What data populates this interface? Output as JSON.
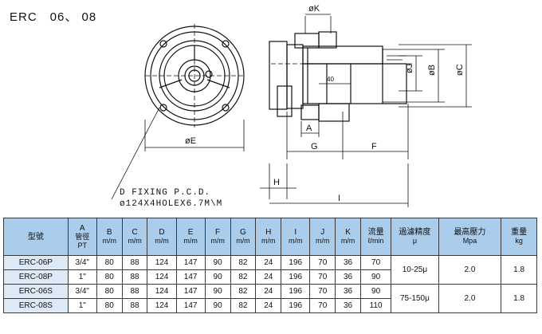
{
  "title": "ERC 06、 08",
  "drawing": {
    "dim_K": "øK",
    "dim_J": "øJ",
    "dim_B": "øB",
    "dim_C": "øC",
    "dim_E": "øE",
    "dim_A": "A",
    "dim_G": "G",
    "dim_F": "F",
    "dim_H": "H",
    "dim_I": "I",
    "dim_40": "40",
    "note_line1": "D FIXING P.C.D.",
    "note_line2": "ø124X4HOLEX6.7M\\M"
  },
  "table": {
    "headers": [
      {
        "main": "型號",
        "sub": ""
      },
      {
        "main": "A",
        "sub": "管徑",
        "sub2": "PT"
      },
      {
        "main": "B",
        "sub": "m/m"
      },
      {
        "main": "C",
        "sub": "m/m"
      },
      {
        "main": "D",
        "sub": "m/m"
      },
      {
        "main": "E",
        "sub": "m/m"
      },
      {
        "main": "F",
        "sub": "m/m"
      },
      {
        "main": "G",
        "sub": "m/m"
      },
      {
        "main": "H",
        "sub": "m/m"
      },
      {
        "main": "I",
        "sub": "m/m"
      },
      {
        "main": "J",
        "sub": "m/m"
      },
      {
        "main": "K",
        "sub": "m/m"
      },
      {
        "main": "流量",
        "sub": "ℓ/min"
      },
      {
        "main": "過濾精度",
        "sub": "μ"
      },
      {
        "main": "最高壓力",
        "sub": "Mpa"
      },
      {
        "main": "重量",
        "sub": "kg"
      }
    ],
    "rows": [
      [
        "ERC-06P",
        "3/4\"",
        "80",
        "88",
        "124",
        "147",
        "90",
        "82",
        "24",
        "196",
        "70",
        "36",
        "70"
      ],
      [
        "ERC-08P",
        "1\"",
        "80",
        "88",
        "124",
        "147",
        "90",
        "82",
        "24",
        "196",
        "70",
        "36",
        "90"
      ],
      [
        "ERC-06S",
        "3/4\"",
        "80",
        "88",
        "124",
        "147",
        "90",
        "82",
        "24",
        "196",
        "70",
        "36",
        "90"
      ],
      [
        "ERC-08S",
        "1\"",
        "80",
        "88",
        "124",
        "147",
        "90",
        "82",
        "24",
        "196",
        "70",
        "36",
        "110"
      ]
    ],
    "groups": [
      {
        "precision": "10-25μ",
        "pressure": "2.0",
        "weight": "1.8"
      },
      {
        "precision": "75-150μ",
        "pressure": "2.0",
        "weight": "1.8"
      }
    ]
  }
}
